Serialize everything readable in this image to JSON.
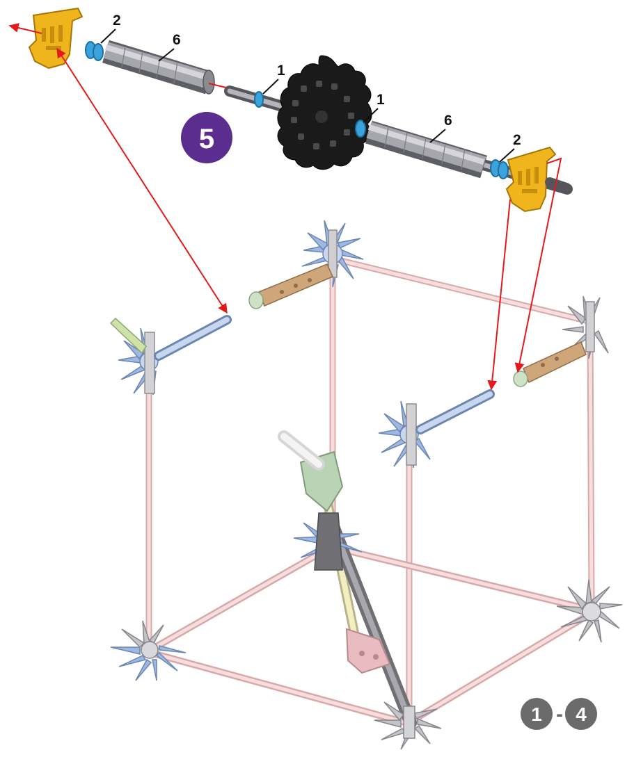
{
  "step": {
    "number": "5",
    "badge_color": "#5b2d8e"
  },
  "callouts": {
    "spacer_left": "2",
    "tube_left": "6",
    "spacer_center_left": "1",
    "spacer_center_right": "1",
    "tube_right": "6",
    "spacer_right": "2"
  },
  "previous_steps": {
    "from": "1",
    "separator": "-",
    "to": "4",
    "badge_color": "#6b6b6b"
  },
  "colors": {
    "arrow": "#e3191b",
    "frame_rod": "#efc9c9",
    "connector_blue": "#9db8e2",
    "connector_grey": "#b9b9b9",
    "connector_green": "#b9d3b4",
    "clip_yellow": "#f0b51d",
    "wheel_black": "#1a1a1a",
    "spacer_blue": "#3aa3dc",
    "tube_grey": "#9a9aa0"
  },
  "icons": {
    "assembly": "k-nex-gear-axle-icon",
    "frame": "k-nex-cube-frame-icon"
  }
}
